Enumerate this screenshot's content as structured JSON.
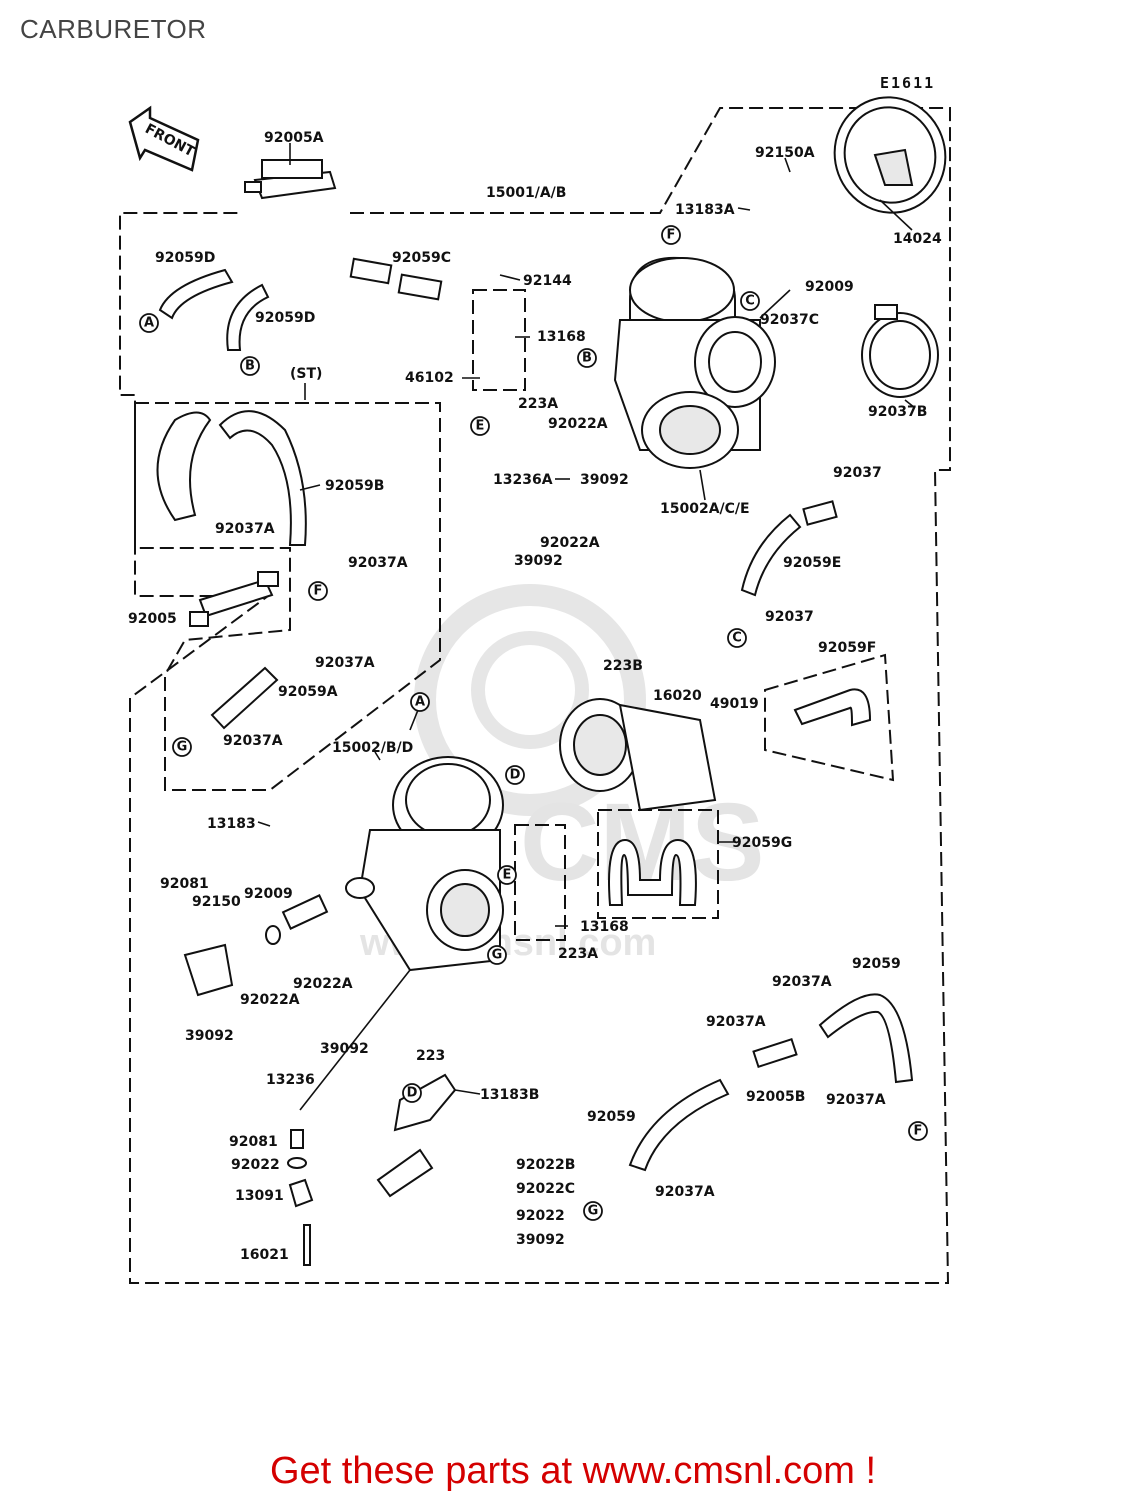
{
  "page": {
    "title": "CARBURETOR",
    "figure_code": "E1611",
    "footer": "Get these parts at www.cmsnl.com !",
    "watermark": "www.cmsnl.com"
  },
  "front_marker": "FRONT",
  "colors": {
    "footer": "#d40000",
    "lines": "#111111",
    "watermark": "#e4e4e4"
  },
  "labels": [
    {
      "id": "l1",
      "text": "92005A"
    },
    {
      "id": "l2",
      "text": "15001/A/B"
    },
    {
      "id": "l3",
      "text": "92150A"
    },
    {
      "id": "l4",
      "text": "13183A"
    },
    {
      "id": "l5",
      "text": "14024"
    },
    {
      "id": "l6",
      "text": "92059D"
    },
    {
      "id": "l7",
      "text": "92059C"
    },
    {
      "id": "l8",
      "text": "92144"
    },
    {
      "id": "l9",
      "text": "92009"
    },
    {
      "id": "l10",
      "text": "92059D"
    },
    {
      "id": "l11",
      "text": "13168"
    },
    {
      "id": "l12",
      "text": "92037C"
    },
    {
      "id": "l13",
      "text": "(ST)"
    },
    {
      "id": "l14",
      "text": "46102"
    },
    {
      "id": "l15",
      "text": "223A"
    },
    {
      "id": "l16",
      "text": "92037B"
    },
    {
      "id": "l17",
      "text": "92022A"
    },
    {
      "id": "l18",
      "text": "92059B"
    },
    {
      "id": "l19",
      "text": "13236A"
    },
    {
      "id": "l20",
      "text": "39092"
    },
    {
      "id": "l21",
      "text": "92037"
    },
    {
      "id": "l22",
      "text": "15002A/C/E"
    },
    {
      "id": "l23",
      "text": "92037A"
    },
    {
      "id": "l24",
      "text": "92022A"
    },
    {
      "id": "l25",
      "text": "39092"
    },
    {
      "id": "l26",
      "text": "92037A"
    },
    {
      "id": "l27",
      "text": "92059E"
    },
    {
      "id": "l28",
      "text": "92005"
    },
    {
      "id": "l29",
      "text": "92037"
    },
    {
      "id": "l30",
      "text": "92037A"
    },
    {
      "id": "l31",
      "text": "92059F"
    },
    {
      "id": "l32",
      "text": "223B"
    },
    {
      "id": "l33",
      "text": "92059A"
    },
    {
      "id": "l34",
      "text": "16020"
    },
    {
      "id": "l35",
      "text": "49019"
    },
    {
      "id": "l36",
      "text": "92037A"
    },
    {
      "id": "l37",
      "text": "15002/B/D"
    },
    {
      "id": "l38",
      "text": "13183"
    },
    {
      "id": "l39",
      "text": "92059G"
    },
    {
      "id": "l40",
      "text": "92081"
    },
    {
      "id": "l41",
      "text": "92009"
    },
    {
      "id": "l42",
      "text": "92150"
    },
    {
      "id": "l43",
      "text": "13168"
    },
    {
      "id": "l44",
      "text": "223A"
    },
    {
      "id": "l45",
      "text": "92022A"
    },
    {
      "id": "l46",
      "text": "92037A"
    },
    {
      "id": "l47",
      "text": "92059"
    },
    {
      "id": "l48",
      "text": "92022A"
    },
    {
      "id": "l49",
      "text": "92037A"
    },
    {
      "id": "l50",
      "text": "39092"
    },
    {
      "id": "l51",
      "text": "39092"
    },
    {
      "id": "l52",
      "text": "13236"
    },
    {
      "id": "l53",
      "text": "223"
    },
    {
      "id": "l54",
      "text": "92005B"
    },
    {
      "id": "l55",
      "text": "13183B"
    },
    {
      "id": "l56",
      "text": "92037A"
    },
    {
      "id": "l57",
      "text": "92059"
    },
    {
      "id": "l58",
      "text": "92081"
    },
    {
      "id": "l59",
      "text": "92022"
    },
    {
      "id": "l60",
      "text": "92022B"
    },
    {
      "id": "l61",
      "text": "13091"
    },
    {
      "id": "l62",
      "text": "92022C"
    },
    {
      "id": "l63",
      "text": "92037A"
    },
    {
      "id": "l64",
      "text": "92022"
    },
    {
      "id": "l65",
      "text": "39092"
    },
    {
      "id": "l66",
      "text": "16021"
    }
  ],
  "circle_markers": [
    {
      "id": "c1",
      "text": "A"
    },
    {
      "id": "c2",
      "text": "B"
    },
    {
      "id": "c3",
      "text": "F"
    },
    {
      "id": "c4",
      "text": "C"
    },
    {
      "id": "c5",
      "text": "B"
    },
    {
      "id": "c6",
      "text": "E"
    },
    {
      "id": "c7",
      "text": "F"
    },
    {
      "id": "c8",
      "text": "C"
    },
    {
      "id": "c9",
      "text": "G"
    },
    {
      "id": "c10",
      "text": "A"
    },
    {
      "id": "c11",
      "text": "D"
    },
    {
      "id": "c12",
      "text": "E"
    },
    {
      "id": "c13",
      "text": "G"
    },
    {
      "id": "c14",
      "text": "D"
    },
    {
      "id": "c15",
      "text": "F"
    },
    {
      "id": "c16",
      "text": "G"
    }
  ]
}
